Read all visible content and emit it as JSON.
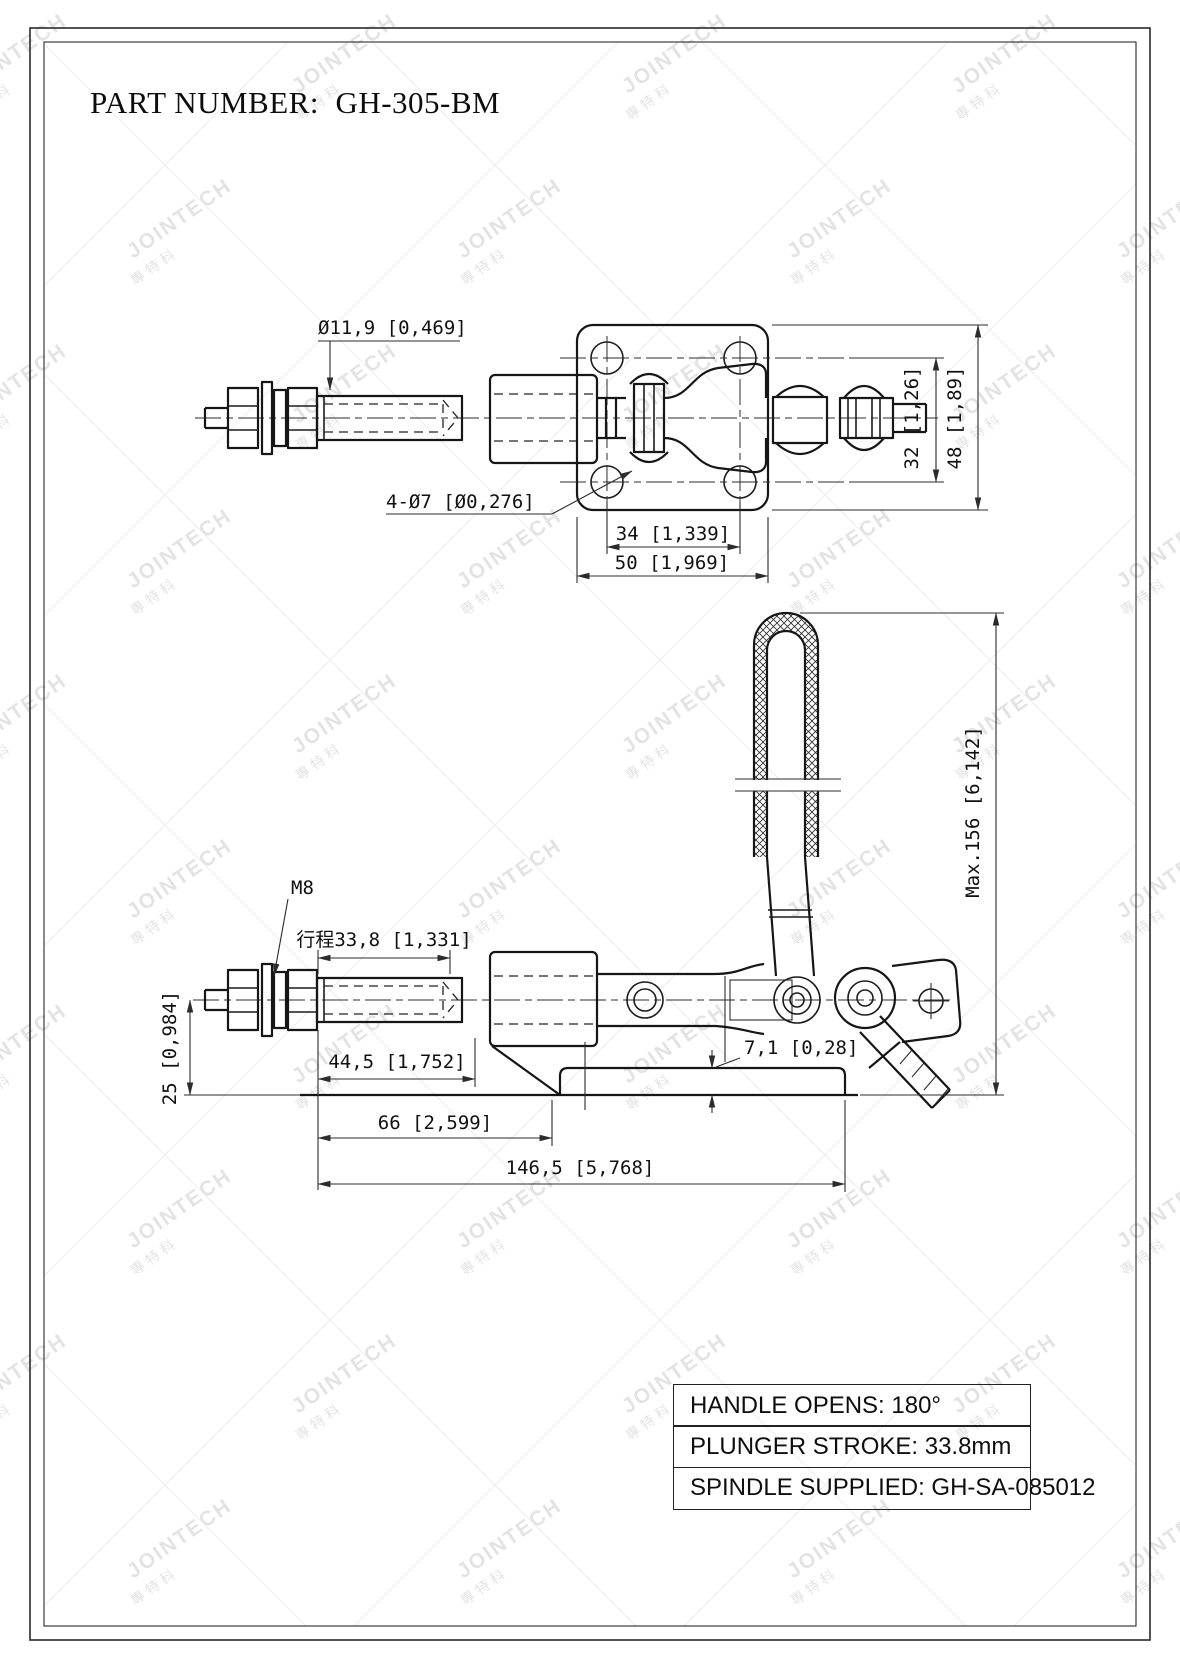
{
  "title": "PART NUMBER:  GH-305-BM",
  "watermark": {
    "brand": "JOINTECH",
    "brand_cjk": "專特科"
  },
  "colors": {
    "line": "#161616",
    "watermark": "#c9c9c9",
    "background": "#ffffff"
  },
  "drawing": {
    "part_number": "GH-305-BM",
    "top_view": {
      "dim_spindle_diameter": "Ø11,9 [0,469]",
      "dim_mounting_holes": "4-Ø7 [Ø0,276]",
      "dim_hole_spacing": "34 [1,339]",
      "dim_flange_width": "50 [1,969]",
      "dim_clevis_span": "32 [1,26]",
      "dim_flange_height": "48 [1,89]"
    },
    "side_view": {
      "label_thread": "M8",
      "dim_stroke": "行程33,8 [1,331]",
      "dim_axis_height": "25 [0,984]",
      "dim_plunger_length": "44,5 [1,752]",
      "dim_body_length": "66 [2,599]",
      "dim_overall_length": "146,5 [5,768]",
      "dim_base_thickness": "7,1 [0,28]",
      "dim_max_height": "Max.156 [6,142]"
    }
  },
  "spec_table": {
    "rows": [
      "HANDLE OPENS: 180°",
      "PLUNGER STROKE: 33.8mm",
      "SPINDLE SUPPLIED: GH-SA-085012"
    ]
  }
}
